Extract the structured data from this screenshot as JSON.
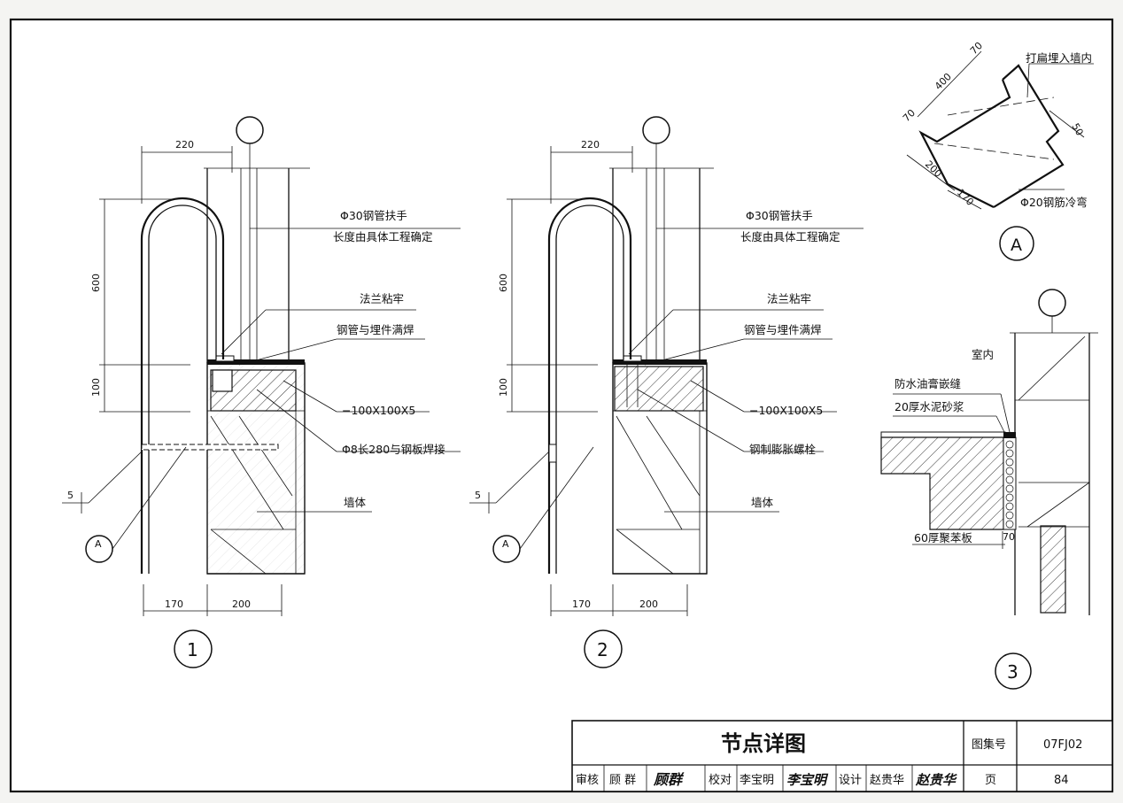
{
  "drawing": {
    "detail1": {
      "number": "1",
      "dims": {
        "top_width": "220",
        "height_upper": "600",
        "height_lower": "100",
        "bottom_left": "170",
        "bottom_right": "200",
        "step_dim": "5",
        "ref_a": "A"
      },
      "labels": {
        "handrail": "Φ30钢管扶手",
        "handrail_len": "长度由具体工程确定",
        "flange": "法兰粘牢",
        "weld": "钢管与埋件满焊",
        "plate": "−100X100X5",
        "rebar": "Φ8长280与钢板焊接",
        "wall": "墙体"
      }
    },
    "detail2": {
      "number": "2",
      "dims": {
        "top_width": "220",
        "height_upper": "600",
        "height_lower": "100",
        "bottom_left": "170",
        "bottom_right": "200",
        "step_dim": "5",
        "ref_a": "A"
      },
      "labels": {
        "handrail": "Φ30钢管扶手",
        "handrail_len": "长度由具体工程确定",
        "flange": "法兰粘牢",
        "weld": "钢管与埋件满焊",
        "plate": "−100X100X5",
        "bolt": "钢制膨胀螺栓",
        "wall": "墙体"
      }
    },
    "detailA": {
      "number": "A",
      "dims": {
        "d70a": "70",
        "d400": "400",
        "d70b": "70",
        "d200": "200",
        "d170": "170",
        "d50": "50"
      },
      "labels": {
        "embed": "打扁埋入墙内",
        "rebar": "Φ20钢筋冷弯"
      }
    },
    "detail3": {
      "number": "3",
      "labels": {
        "indoor": "室内",
        "sealant": "防水油膏嵌缝",
        "mortar": "20厚水泥砂浆",
        "foam": "60厚聚苯板",
        "d70": "70"
      }
    }
  },
  "title_block": {
    "title": "节点详图",
    "atlas_label": "图集号",
    "atlas_no": "07FJ02",
    "page_label": "页",
    "page_no": "84",
    "review_label": "审核",
    "review_name": "顾 群",
    "review_sign": "顾群",
    "check_label": "校对",
    "check_name": "李宝明",
    "check_sign": "李宝明",
    "design_label": "设计",
    "design_name": "赵贵华",
    "design_sign": "赵贵华"
  }
}
